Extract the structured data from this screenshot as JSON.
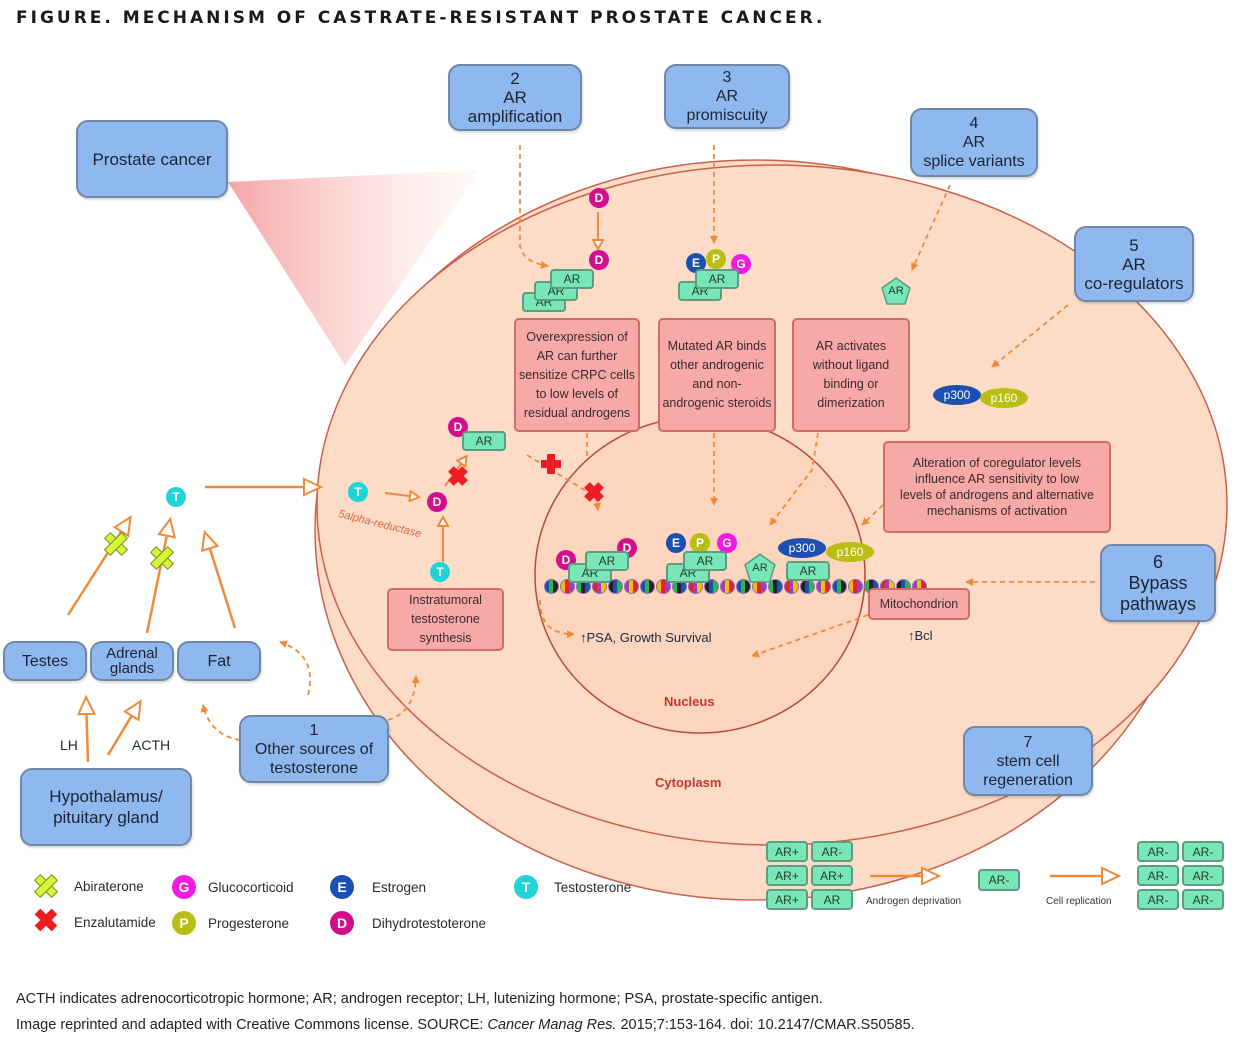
{
  "figure": {
    "title": "FIGURE. MECHANISM OF CASTRATE-RESISTANT PROSTATE CANCER."
  },
  "mechanisms": {
    "m1": {
      "number": "1",
      "label": "Other sources of testosterone"
    },
    "m2": {
      "number": "2",
      "line1": "AR",
      "line2": "amplification"
    },
    "m3": {
      "number": "3",
      "line1": "AR",
      "line2": "promiscuity"
    },
    "m4": {
      "number": "4",
      "line1": "AR",
      "line2": "splice variants"
    },
    "m5": {
      "number": "5",
      "line1": "AR",
      "line2": "co-regulators"
    },
    "m6": {
      "number": "6",
      "line1": "Bypass",
      "line2": "pathways"
    },
    "m7": {
      "number": "7",
      "line1": "stem cell",
      "line2": "regeneration"
    }
  },
  "organs": {
    "prostate_cancer": "Prostate cancer",
    "testes": "Testes",
    "adrenal_line1": "Adrenal",
    "adrenal_line2": "glands",
    "fat": "Fat",
    "hypothalamus_line1": "Hypothalamus/",
    "hypothalamus_line2": "pituitary gland",
    "lh": "LH",
    "acth": "ACTH"
  },
  "descriptions": {
    "overexpression": "Overexpression of AR can further sensitize CRPC cells to low levels of residual androgens",
    "mutated": "Mutated AR binds other androgenic and non-androgenic steroids",
    "activates": "AR activates without ligand binding or dimerization",
    "coregulator": "Alteration of coregulator levels influence AR sensitivity to low levels of androgens and alternative mechanisms of activation",
    "instratumoral": "Instratumoral testosterone synthesis",
    "mitochondrion": "Mitochondrion",
    "bcl": "↑Bcl",
    "psa": "↑PSA, Growth Survival",
    "five_alpha": "5alpha-reductase",
    "nucleus": "Nucleus",
    "cytoplasm": "Cytoplasm"
  },
  "molecules": {
    "ar": "AR",
    "D": "D",
    "T": "T",
    "E": "E",
    "P": "P",
    "G": "G",
    "p300": "p300",
    "p160": "p160"
  },
  "legend": [
    {
      "symbol": "yellow-x",
      "label": "Abiraterone"
    },
    {
      "symbol": "red-x",
      "label": "Enzalutamide"
    },
    {
      "symbol": "G",
      "label": "Glucocorticoid"
    },
    {
      "symbol": "P",
      "label": "Progesterone"
    },
    {
      "symbol": "E",
      "label": "Estrogen"
    },
    {
      "symbol": "D",
      "label": "Dihydrotestoterone"
    },
    {
      "symbol": "T",
      "label": "Testosterone"
    }
  ],
  "stem_cell_panel": {
    "before": [
      "AR+",
      "AR-",
      "AR+",
      "AR+",
      "AR+",
      "AR"
    ],
    "middle": "AR-",
    "after": [
      "AR-",
      "AR-",
      "AR-",
      "AR-",
      "AR-",
      "AR-"
    ],
    "step1": "Androgen deprivation",
    "step2": "Cell replication"
  },
  "colors": {
    "blue_box": "#8fb8ee",
    "pink_box": "#f7a9a8",
    "cell": "#fddcc7",
    "arrow": "#f08a3a",
    "ar_green": "#79e6b8"
  },
  "footer": {
    "line1": "ACTH indicates adrenocorticotropic hormone; AR; androgen receptor; LH, lutenizing hormone; PSA, prostate-specific antigen.",
    "line2_prefix": "Image reprinted and adapted with Creative Commons license. SOURCE: ",
    "line2_journal": "Cancer Manag Res.",
    "line2_suffix": " 2015;7:153-164. doi: 10.2147/CMAR.S50585."
  }
}
